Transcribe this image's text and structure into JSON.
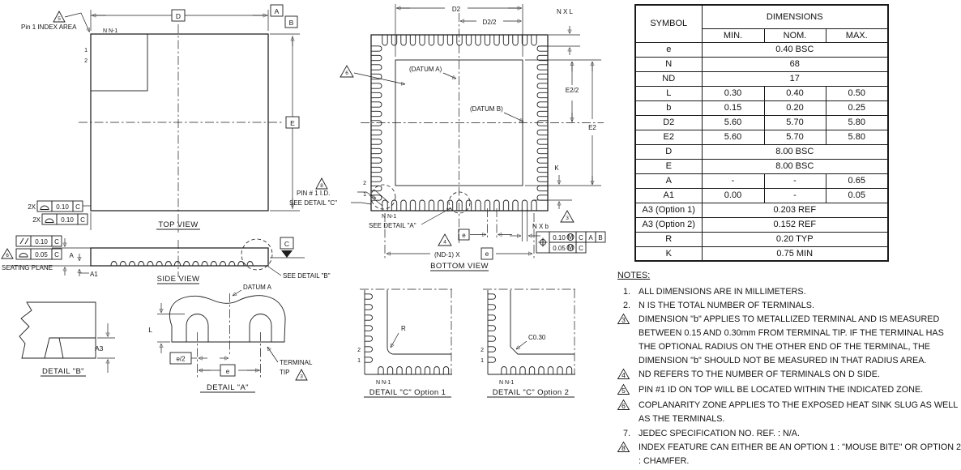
{
  "palette": {
    "ink": "#1c1c1c",
    "paper": "#ffffff"
  },
  "drawing": {
    "top_view": {
      "title": "TOP VIEW",
      "pin1_index": "Pin 1 INDEX AREA",
      "tri5": "5",
      "n_labels": "N N-1",
      "pin1": "1",
      "pin2": "2",
      "dim_d": "D",
      "datum_a": "A",
      "datum_b": "B",
      "dim_e": "E",
      "fcf1_qty": "2X",
      "fcf1_val": "0.10",
      "fcf1_datum": "C",
      "fcf2_qty": "2X",
      "fcf2_val": "0.10",
      "fcf2_datum": "C"
    },
    "side_view": {
      "title": "SIDE VIEW",
      "par_val": "0.10",
      "par_datum": "C",
      "tri6": "6",
      "prof_val": "0.05",
      "prof_datum": "C",
      "seating_plane": "SEATING PLANE",
      "dim_a": "A",
      "dim_a1": "A1",
      "datum_c": "C",
      "see_detail_b": "SEE DETAIL \"B\""
    },
    "bottom_view": {
      "title": "BOTTOM VIEW",
      "dim_d2": "D2",
      "dim_d2_half": "D2/2",
      "n_x_l": "N X L",
      "datum_a_ref": "(DATUM A)",
      "datum_b_ref": "(DATUM B)",
      "tri6": "6",
      "dim_e2_half": "E2/2",
      "dim_e2": "E2",
      "dim_k": "K",
      "pin2": "2",
      "pin1": "1",
      "tri8": "8",
      "pin1_id": "PIN # 1 I.D.",
      "see_detail_c": "SEE DETAIL \"C\"",
      "n_labels": "N N-1",
      "see_detail_a": "SEE DETAIL \"A\"",
      "dim_e": "e",
      "tri3": "3",
      "n_x_b": "N X b",
      "pos_val1": "0.10",
      "pos_mod1": "M",
      "pos_dat1": "C",
      "pos_dat2": "A",
      "pos_dat3": "B",
      "pos_val2": "0.05",
      "pos_mod2": "M",
      "pos_dat4": "C",
      "tri4": "4",
      "nd_text": "(ND-1) X",
      "nd_e": "e"
    },
    "detail_b": {
      "title": "DETAIL \"B\"",
      "dim_a3": "A3"
    },
    "detail_a": {
      "title": "DETAIL \"A\"",
      "datum_a": "DATUM A",
      "dim_l": "L",
      "dim_e_half": "e/2",
      "dim_e": "e",
      "terminal_tip_1": "TERMINAL",
      "terminal_tip_2": "TIP",
      "tri3": "3"
    },
    "detail_c1": {
      "title": "DETAIL \"C\"  Option 1",
      "dim_r": "R",
      "pin2": "2",
      "pin1": "1",
      "n_labels": "N N-1"
    },
    "detail_c2": {
      "title": "DETAIL \"C\"  Option 2",
      "chamfer": "C0.30",
      "pin2": "2",
      "pin1": "1",
      "n_labels": "N N-1"
    }
  },
  "table": {
    "symbol_header": "SYMBOL",
    "dimensions_header": "DIMENSIONS",
    "col_min": "MIN.",
    "col_nom": "NOM.",
    "col_max": "MAX.",
    "rows": [
      {
        "symbol": "e",
        "span": "0.40 BSC"
      },
      {
        "symbol": "N",
        "span": "68"
      },
      {
        "symbol": "ND",
        "span": "17"
      },
      {
        "symbol": "L",
        "min": "0.30",
        "nom": "0.40",
        "max": "0.50"
      },
      {
        "symbol": "b",
        "min": "0.15",
        "nom": "0.20",
        "max": "0.25"
      },
      {
        "symbol": "D2",
        "min": "5.60",
        "nom": "5.70",
        "max": "5.80"
      },
      {
        "symbol": "E2",
        "min": "5.60",
        "nom": "5.70",
        "max": "5.80"
      },
      {
        "symbol": "D",
        "span": "8.00 BSC"
      },
      {
        "symbol": "E",
        "span": "8.00 BSC"
      },
      {
        "symbol": "A",
        "min": "-",
        "nom": "-",
        "max": "0.65"
      },
      {
        "symbol": "A1",
        "min": "0.00",
        "nom": "-",
        "max": "0.05"
      },
      {
        "symbol": "A3 (Option 1)",
        "span": "0.203 REF"
      },
      {
        "symbol": "A3 (Option 2)",
        "span": "0.152 REF"
      },
      {
        "symbol": "R",
        "span": "0.20 TYP"
      },
      {
        "symbol": "K",
        "span": "0.75 MIN"
      }
    ]
  },
  "notes": {
    "title": "NOTES:",
    "items": [
      {
        "marker": "1.",
        "triangle": false,
        "text": "ALL DIMENSIONS ARE IN MILLIMETERS."
      },
      {
        "marker": "2.",
        "triangle": false,
        "text": "N IS THE TOTAL NUMBER OF TERMINALS."
      },
      {
        "marker": "3",
        "triangle": true,
        "text": "DIMENSION \"b\" APPLIES TO METALLIZED TERMINAL AND IS MEASURED BETWEEN 0.15 AND 0.30mm FROM TERMINAL TIP. IF THE TERMINAL HAS THE OPTIONAL RADIUS ON THE OTHER END OF THE TERMINAL, THE DIMENSION \"b\" SHOULD NOT BE MEASURED IN THAT RADIUS AREA."
      },
      {
        "marker": "4",
        "triangle": true,
        "text": "ND REFERS TO THE NUMBER OF TERMINALS ON D SIDE."
      },
      {
        "marker": "5",
        "triangle": true,
        "text": "PIN #1 ID ON TOP WILL BE LOCATED WITHIN THE INDICATED ZONE."
      },
      {
        "marker": "6",
        "triangle": true,
        "text": "COPLANARITY ZONE APPLIES TO THE EXPOSED HEAT SINK SLUG AS WELL AS THE TERMINALS."
      },
      {
        "marker": "7.",
        "triangle": false,
        "text": "JEDEC SPECIFICATION NO. REF. : N/A."
      },
      {
        "marker": "8",
        "triangle": true,
        "text": "INDEX FEATURE CAN EITHER BE AN OPTION 1 : \"MOUSE BITE\" OR OPTION 2 : CHAMFER."
      }
    ]
  }
}
